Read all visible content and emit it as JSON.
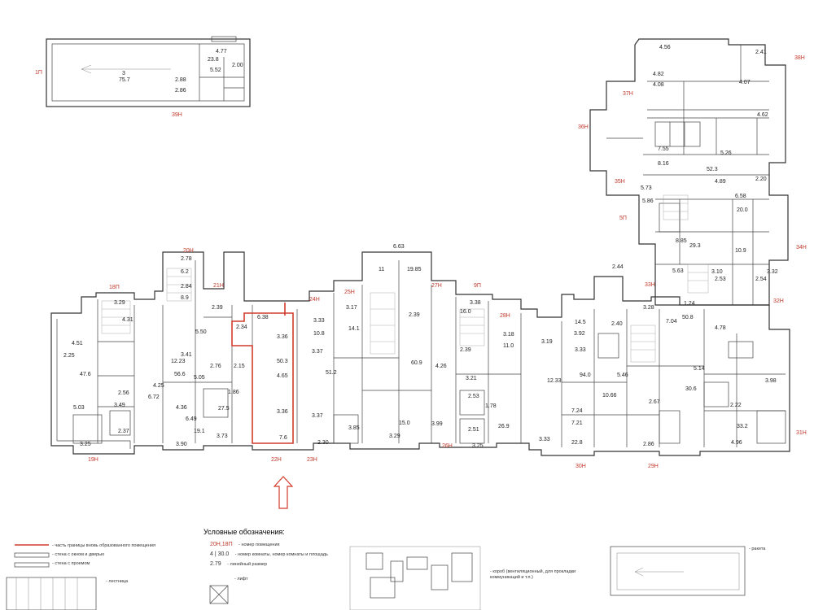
{
  "legend": {
    "title": "Условные обозначения:",
    "left_items": [
      "- часть границы вновь образованного помещения",
      "- стена с окном и дверью",
      "- стена с проемом",
      "- лестница"
    ],
    "middle_items": [
      {
        "sample": "20Н,18П",
        "text": "- номер помещения"
      },
      {
        "sample": "4 | 30.0",
        "text": "- номер комнаты, номер комнаты и площадь"
      },
      {
        "sample": "2.79",
        "text": "- линейный размер"
      },
      {
        "sample": "",
        "text": "- лифт"
      }
    ],
    "right_items": [
      "- короб (вентиляционный, для прокладки коммуникаций и т.п.)",
      "- ракета"
    ]
  },
  "units": [
    {
      "id": "1П"
    },
    {
      "id": "39Н"
    },
    {
      "id": "20Н"
    },
    {
      "id": "18П"
    },
    {
      "id": "21Н"
    },
    {
      "id": "19Н"
    },
    {
      "id": "22Н"
    },
    {
      "id": "23Н"
    },
    {
      "id": "24Н"
    },
    {
      "id": "25Н"
    },
    {
      "id": "26Н"
    },
    {
      "id": "27Н"
    },
    {
      "id": "9П"
    },
    {
      "id": "28Н"
    },
    {
      "id": "30Н"
    },
    {
      "id": "29Н"
    },
    {
      "id": "31Н"
    },
    {
      "id": "32Н"
    },
    {
      "id": "33Н"
    },
    {
      "id": "34Н"
    },
    {
      "id": "5П"
    },
    {
      "id": "35Н"
    },
    {
      "id": "36Н"
    },
    {
      "id": "37Н"
    },
    {
      "id": "38Н"
    }
  ],
  "rooms": [
    {
      "t": "3"
    },
    {
      "t": "75.7"
    },
    {
      "t": "4.77"
    },
    {
      "t": "23.8"
    },
    {
      "t": "2.00"
    },
    {
      "t": "5.52"
    },
    {
      "t": "2.88"
    },
    {
      "t": "2.86"
    },
    {
      "t": "4.51"
    },
    {
      "t": "2.25"
    },
    {
      "t": "47.6"
    },
    {
      "t": "5.03"
    },
    {
      "t": "3.29"
    },
    {
      "t": "4.31"
    },
    {
      "t": "2.56"
    },
    {
      "t": "3.49"
    },
    {
      "t": "2.37"
    },
    {
      "t": "3.25"
    },
    {
      "t": "12.23"
    },
    {
      "t": "56.6"
    },
    {
      "t": "3.41"
    },
    {
      "t": "4.25"
    },
    {
      "t": "6.72"
    },
    {
      "t": "5.05"
    },
    {
      "t": "4.36"
    },
    {
      "t": "6.49"
    },
    {
      "t": "19.1"
    },
    {
      "t": "3.90"
    },
    {
      "t": "2.78"
    },
    {
      "t": "6.2"
    },
    {
      "t": "2.84"
    },
    {
      "t": "8.9"
    },
    {
      "t": "2.39"
    },
    {
      "t": "5.50"
    },
    {
      "t": "2.76"
    },
    {
      "t": "2.15"
    },
    {
      "t": "1.86"
    },
    {
      "t": "27.5"
    },
    {
      "t": "3.73"
    },
    {
      "t": "6.38"
    },
    {
      "t": "2.34"
    },
    {
      "t": "3.36"
    },
    {
      "t": "50.3"
    },
    {
      "t": "4.65"
    },
    {
      "t": "3.36"
    },
    {
      "t": "7.6"
    },
    {
      "t": "3.33"
    },
    {
      "t": "10.8"
    },
    {
      "t": "3.37"
    },
    {
      "t": "51.2"
    },
    {
      "t": "3.37"
    },
    {
      "t": "2.30"
    },
    {
      "t": "3.17"
    },
    {
      "t": "14.1"
    },
    {
      "t": "3.85"
    },
    {
      "t": "6.63"
    },
    {
      "t": "11"
    },
    {
      "t": "19.85"
    },
    {
      "t": "2.39"
    },
    {
      "t": "60.9"
    },
    {
      "t": "15.0"
    },
    {
      "t": "3.29"
    },
    {
      "t": "4.26"
    },
    {
      "t": "3.99"
    },
    {
      "t": "16.0"
    },
    {
      "t": "3.38"
    },
    {
      "t": "2.39"
    },
    {
      "t": "3.21"
    },
    {
      "t": "2.53"
    },
    {
      "t": "1.78"
    },
    {
      "t": "2.51"
    },
    {
      "t": "3.25"
    },
    {
      "t": "3.18"
    },
    {
      "t": "11.0"
    },
    {
      "t": "3.19"
    },
    {
      "t": "3.33"
    },
    {
      "t": "12.33"
    },
    {
      "t": "94.0"
    },
    {
      "t": "26.9"
    },
    {
      "t": "7.24"
    },
    {
      "t": "7.21"
    },
    {
      "t": "22.8"
    },
    {
      "t": "3.92"
    },
    {
      "t": "14.5"
    },
    {
      "t": "3.33"
    },
    {
      "t": "2.40"
    },
    {
      "t": "5.46"
    },
    {
      "t": "10.66"
    },
    {
      "t": "2.67"
    },
    {
      "t": "2.86"
    },
    {
      "t": "3.28"
    },
    {
      "t": "7.04"
    },
    {
      "t": "50.8"
    },
    {
      "t": "4.78"
    },
    {
      "t": "5.14"
    },
    {
      "t": "30.6"
    },
    {
      "t": "33.2"
    },
    {
      "t": "4.96"
    },
    {
      "t": "3.98"
    },
    {
      "t": "2.22"
    },
    {
      "t": "4.56"
    },
    {
      "t": "4.82"
    },
    {
      "t": "4.08"
    },
    {
      "t": "4.07"
    },
    {
      "t": "4.62"
    },
    {
      "t": "2.41"
    },
    {
      "t": "7.55"
    },
    {
      "t": "5.26"
    },
    {
      "t": "8.16"
    },
    {
      "t": "52.3"
    },
    {
      "t": "4.89"
    },
    {
      "t": "5.73"
    },
    {
      "t": "2.20"
    },
    {
      "t": "6.58"
    },
    {
      "t": "20.0"
    },
    {
      "t": "5.86"
    },
    {
      "t": "8.85"
    },
    {
      "t": "29.3"
    },
    {
      "t": "10.9"
    },
    {
      "t": "5.63"
    },
    {
      "t": "3.10"
    },
    {
      "t": "3.32"
    },
    {
      "t": "2.53"
    },
    {
      "t": "2.54"
    },
    {
      "t": "1.24"
    },
    {
      "t": "2.44"
    }
  ]
}
